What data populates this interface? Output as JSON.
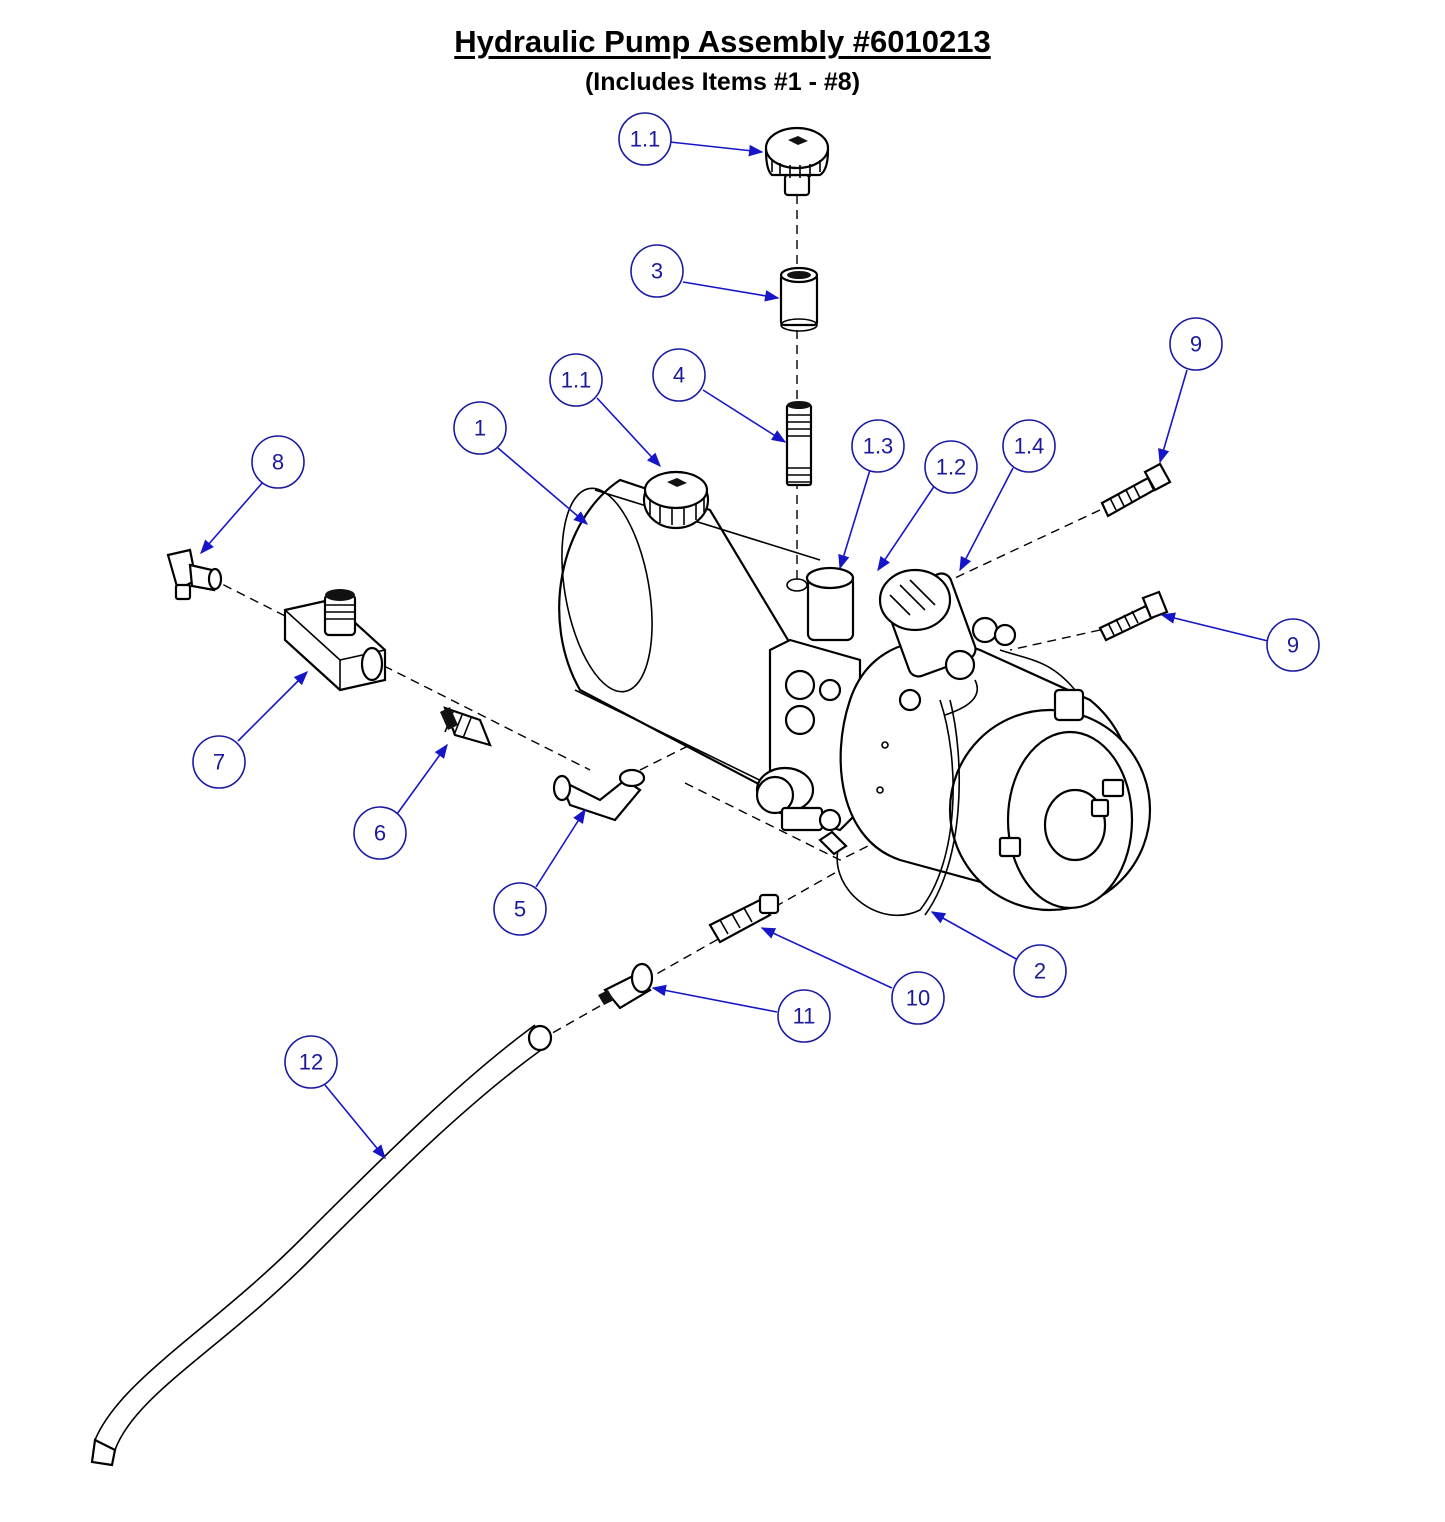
{
  "title": "Hydraulic Pump Assembly #6010213",
  "subtitle": "(Includes Items #1 - #8)",
  "callouts": [
    {
      "id": "c-1-1-top",
      "label": "1.1"
    },
    {
      "id": "c-3",
      "label": "3"
    },
    {
      "id": "c-4",
      "label": "4"
    },
    {
      "id": "c-1-1",
      "label": "1.1"
    },
    {
      "id": "c-1",
      "label": "1"
    },
    {
      "id": "c-1-3",
      "label": "1.3"
    },
    {
      "id": "c-1-2",
      "label": "1.2"
    },
    {
      "id": "c-1-4",
      "label": "1.4"
    },
    {
      "id": "c-9-top",
      "label": "9"
    },
    {
      "id": "c-9",
      "label": "9"
    },
    {
      "id": "c-8",
      "label": "8"
    },
    {
      "id": "c-7",
      "label": "7"
    },
    {
      "id": "c-6",
      "label": "6"
    },
    {
      "id": "c-5",
      "label": "5"
    },
    {
      "id": "c-2",
      "label": "2"
    },
    {
      "id": "c-10",
      "label": "10"
    },
    {
      "id": "c-11",
      "label": "11"
    },
    {
      "id": "c-12",
      "label": "12"
    }
  ],
  "colors": {
    "callout": "#1a1aa0",
    "arrow": "#1616c8",
    "line": "#000000"
  }
}
